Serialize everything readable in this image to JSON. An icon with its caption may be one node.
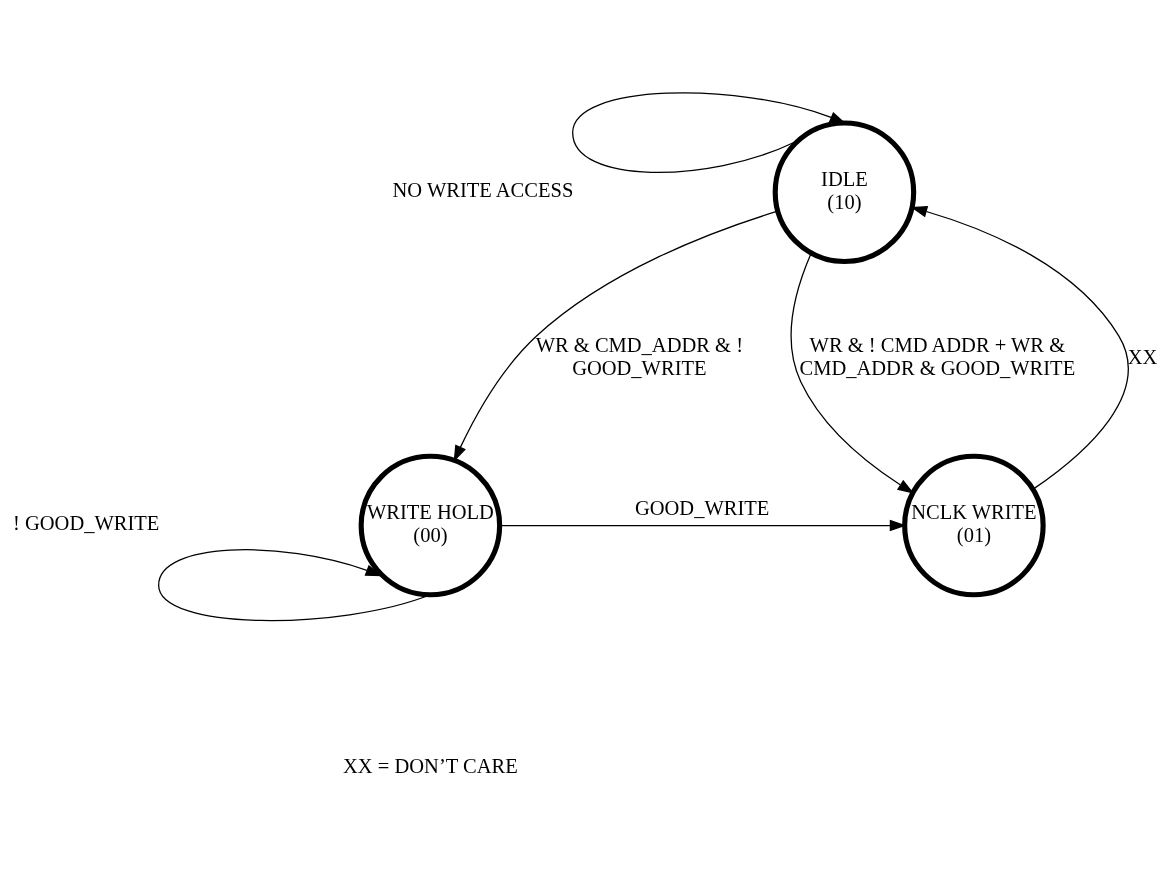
{
  "diagram": {
    "nodes": [
      {
        "text": [
          "IDLE",
          "(10)"
        ]
      },
      {
        "text": [
          "WRITE HOLD",
          "(00)"
        ]
      },
      {
        "text": [
          "NCLK WRITE",
          "(01)"
        ]
      }
    ],
    "edges": [
      {
        "from": 0,
        "to": 0,
        "arrow": "to",
        "label": "NO WRITE ACCESS"
      },
      {
        "from": 0,
        "to": 1,
        "arrow": "to",
        "label": "WR & CMD_ADDR & ! GOOD_WRITE"
      },
      {
        "from": 0,
        "to": 2,
        "arrow": "to",
        "label": "WR & ! CMD ADDR + WR & CMD_ADDR & GOOD_WRITE"
      },
      {
        "from": 2,
        "to": 0,
        "arrow": "to",
        "label": "XX"
      },
      {
        "from": 1,
        "to": 2,
        "arrow": "to",
        "label": "GOOD_WRITE"
      },
      {
        "from": 1,
        "to": 1,
        "arrow": "to",
        "label": "! GOOD_WRITE"
      }
    ],
    "labels": [
      "XX = DON’T CARE"
    ]
  }
}
